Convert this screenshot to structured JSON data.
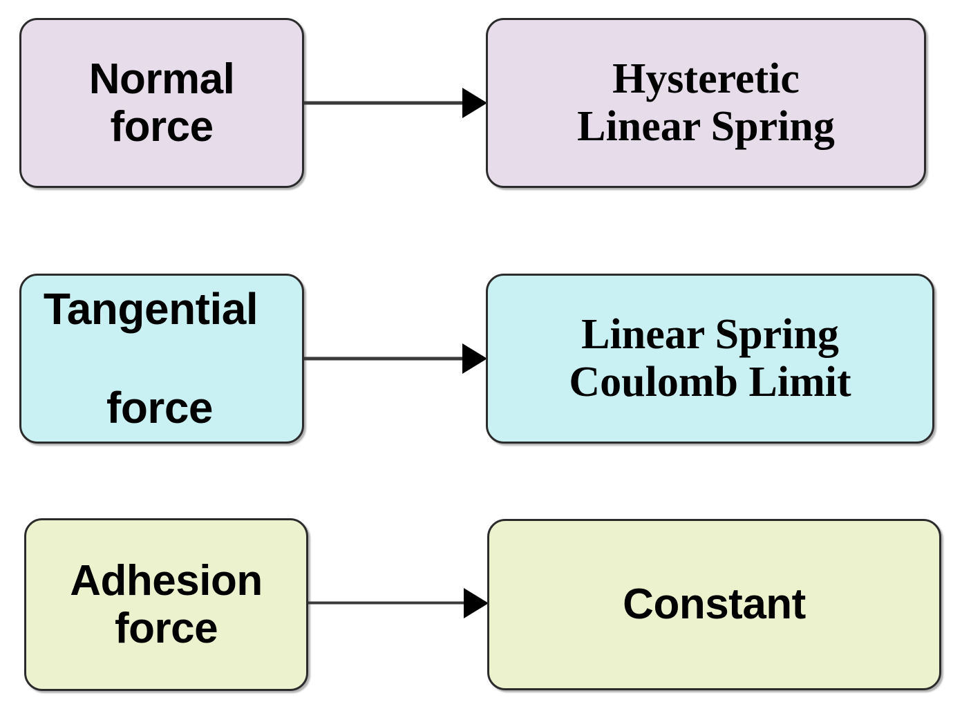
{
  "diagram": {
    "type": "flow-mapping",
    "colors": {
      "normal_row_fill": "#e6dcea",
      "tangential_row_fill": "#c9f0f2",
      "adhesion_row_fill": "#edf2ce",
      "border": "#2b2b2b",
      "arrow": "#000000",
      "text": "#000000",
      "background": "#ffffff"
    },
    "rows": [
      {
        "id": "normal",
        "source": {
          "label": "Normal\nforce",
          "line_1": "Normal",
          "line_2": "force",
          "fill": "#e6dcea",
          "font": "sans-bold"
        },
        "target": {
          "label": "Hysteretic\nLinear Spring",
          "line_1": "Hysteretic",
          "line_2": "Linear Spring",
          "fill": "#e6dcea",
          "font": "serif-bold"
        },
        "connector": {
          "icon": "arrow-right-icon",
          "direction": "right"
        }
      },
      {
        "id": "tangential",
        "source": {
          "label": "Tangential\nforce",
          "line_1": "Tangential",
          "line_2": "force",
          "fill": "#c9f0f2",
          "font": "sans-bold"
        },
        "target": {
          "label": "Linear Spring\nCoulomb Limit",
          "line_1": "Linear Spring",
          "line_2": "Coulomb Limit",
          "fill": "#c9f0f2",
          "font": "serif-bold"
        },
        "connector": {
          "icon": "arrow-right-icon",
          "direction": "right"
        }
      },
      {
        "id": "adhesion",
        "source": {
          "label": "Adhesion\nforce",
          "line_1": "Adhesion",
          "line_2": "force",
          "fill": "#edf2ce",
          "font": "sans-bold"
        },
        "target": {
          "label": "Constant",
          "line_1": "Constant",
          "line_2": "",
          "fill": "#edf2ce",
          "font": "sans-bold"
        },
        "connector": {
          "icon": "arrow-right-icon",
          "direction": "right"
        }
      }
    ]
  }
}
